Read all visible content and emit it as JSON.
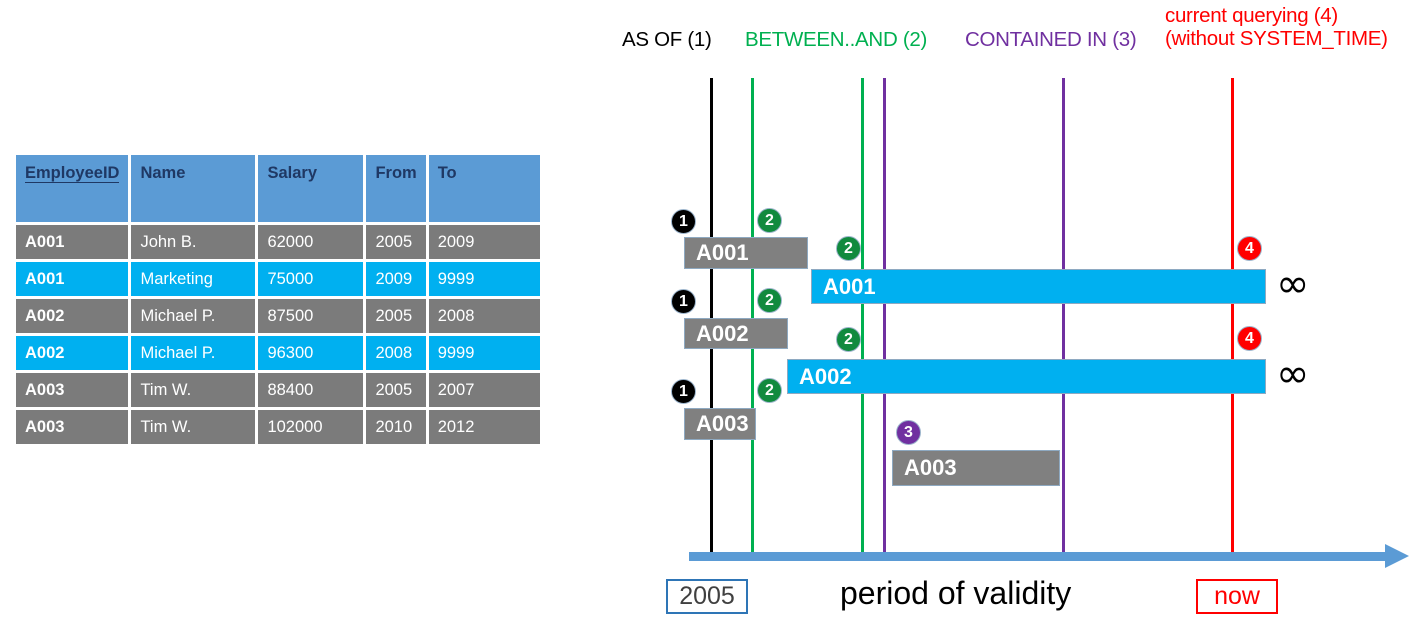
{
  "table": {
    "columns": [
      "EmployeeID",
      "Name",
      "Salary",
      "From",
      "To"
    ],
    "rows": [
      {
        "id": "A001",
        "name": "John  B.",
        "salary": "62000",
        "from": "2005",
        "to": "2009",
        "style": "gray"
      },
      {
        "id": "A001",
        "name": "Marketing",
        "salary": "75000",
        "from": "2009",
        "to": "9999",
        "style": "cyan"
      },
      {
        "id": "A002",
        "name": "Michael P.",
        "salary": "87500",
        "from": "2005",
        "to": "2008",
        "style": "gray"
      },
      {
        "id": "A002",
        "name": "Michael P.",
        "salary": "96300",
        "from": "2008",
        "to": "9999",
        "style": "cyan"
      },
      {
        "id": "A003",
        "name": "Tim W.",
        "salary": "88400",
        "from": "2005",
        "to": "2007",
        "style": "gray"
      },
      {
        "id": "A003",
        "name": "Tim W.",
        "salary": "102000",
        "from": "2010",
        "to": "2012",
        "style": "gray"
      }
    ]
  },
  "legend": {
    "as_of": "AS OF (1)",
    "between_and": "BETWEEN..AND (2)",
    "contained_in": "CONTAINED IN (3)",
    "current_line1": "current querying (4)",
    "current_line2": "(without SYSTEM_TIME)"
  },
  "colors": {
    "as_of": "#000000",
    "between_and": "#00B050",
    "contained_in": "#7030A0",
    "current": "#FF0000",
    "header_fill": "#5B9BD5",
    "header_text": "#1F3864",
    "row_gray": "#7B7B7B",
    "row_cyan": "#00B0F0",
    "axis": "#5B9BD5"
  },
  "bars": {
    "a001_old": "A001",
    "a001_new": "A001",
    "a002_old": "A002",
    "a002_new": "A002",
    "a003_old": "A003",
    "a003_new": "A003"
  },
  "badges": {
    "one": "1",
    "two": "2",
    "three": "3",
    "four": "4"
  },
  "axis": {
    "start_label": "2005",
    "end_label": "now",
    "caption": "period of validity",
    "infinity": "∞"
  }
}
